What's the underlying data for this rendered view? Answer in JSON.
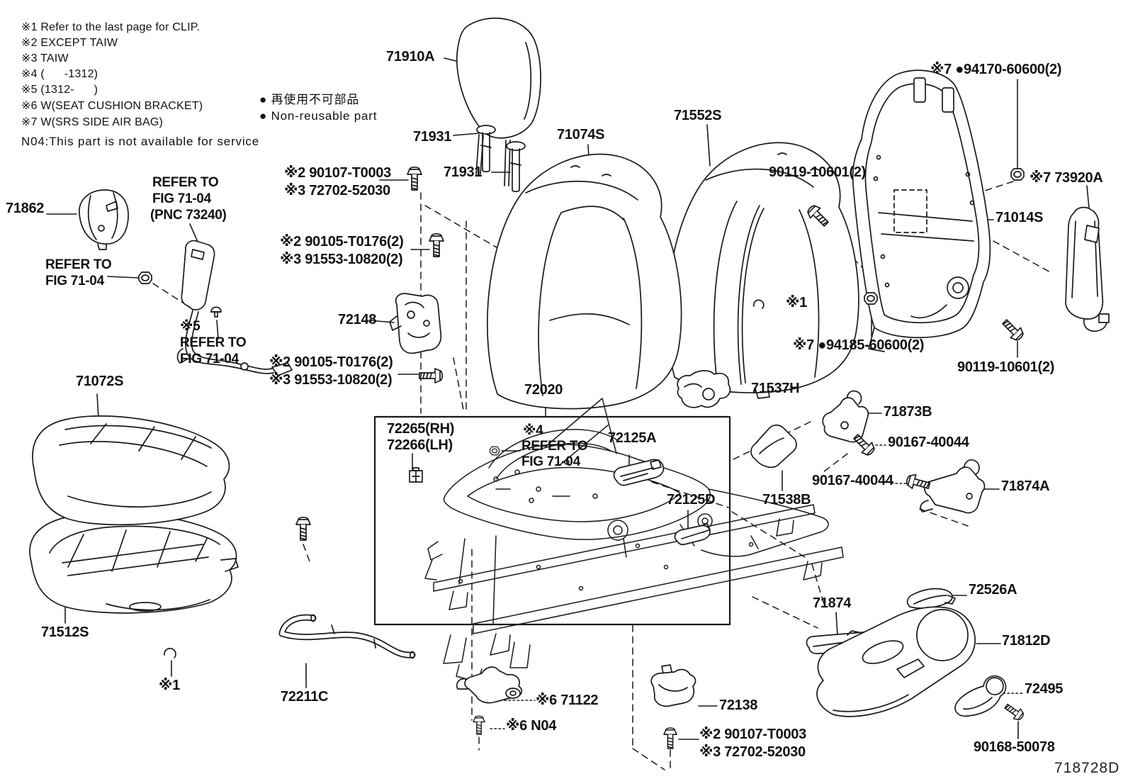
{
  "doc": {
    "footer_code": "718728D"
  },
  "colors": {
    "ink": "#1a1a1a",
    "background": "#ffffff"
  },
  "legend": {
    "notes": [
      "※1 Refer to the last page for CLIP.",
      "※2 EXCEPT TAIW",
      "※3 TAIW",
      "※4 (      -1312)",
      "※5 (1312-      )",
      "※6 W(SEAT CUSHION BRACKET)",
      "※7 W(SRS SIDE AIR BAG)"
    ],
    "service_note": "N04:This part is not available for service",
    "nonreusable_jp": "● 再使用不可部品",
    "nonreusable_en": "● Non-reusable part"
  },
  "labels": [
    "71910A",
    "71931",
    "71931",
    "71074S",
    "71552S",
    "71862",
    "REFER TO",
    "FIG 71-04",
    "(PNC 73240)",
    "REFER TO",
    "FIG 71-04",
    "※5",
    "REFER TO",
    "FIG 71-04",
    "※2 90107-T0003",
    "※3 72702-52030",
    "※2 90105-T0176(2)",
    "※3 91553-10820(2)",
    "72148",
    "※2 90105-T0176(2)",
    "※3 91553-10820(2)",
    "71072S",
    "71512S",
    "※1",
    "72211C",
    "※6 71122",
    "※6 N04",
    "72138",
    "※2 90107-T0003",
    "※3 72702-52030",
    "72020",
    "72265(RH)",
    "72266(LH)",
    "※4",
    "REFER TO",
    "FIG 71-04",
    "72125A",
    "72125D",
    "71538B",
    "71537H",
    "71873B",
    "90167-40044",
    "90167-40044",
    "71874A",
    "71874",
    "72526A",
    "71812D",
    "72495",
    "90168-50078",
    "※7 ●94170-60600(2)",
    "90119-10601(2)",
    "※7 73920A",
    "71014S",
    "※1",
    "※7 ●94185-60600(2)",
    "90119-10601(2)"
  ]
}
